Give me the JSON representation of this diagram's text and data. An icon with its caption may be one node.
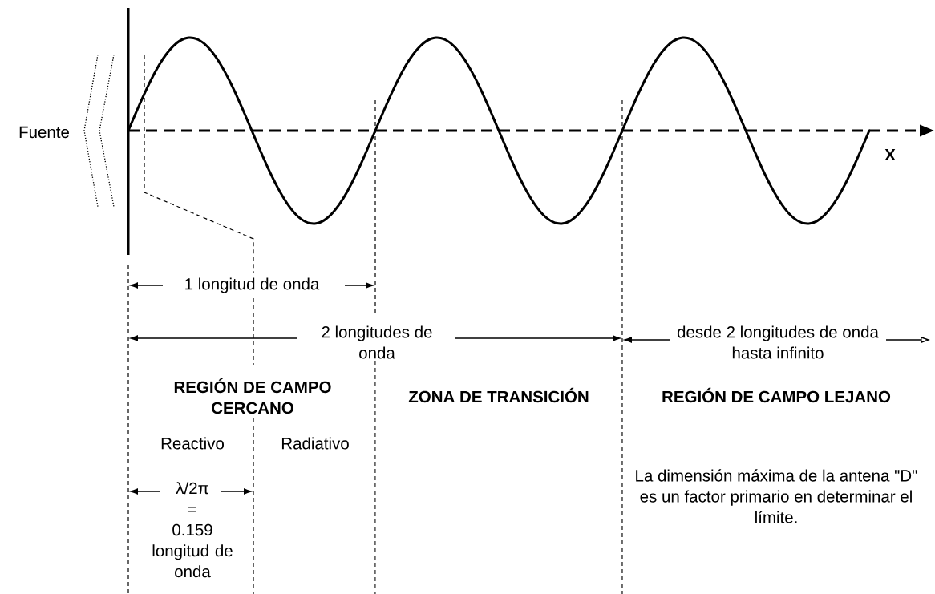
{
  "diagram": {
    "labels": [
      "Fuente",
      "X",
      "1 longitud de onda",
      "2 longitudes de onda",
      "desde 2 longitudes de onda hasta infinito",
      "REGIÓN DE CAMPO CERCANO",
      "ZONA DE TRANSICIÓN",
      "REGIÓN DE CAMPO LEJANO",
      "Reactivo",
      "Radiativo",
      "λ/2π = 0.159 longitud de onda",
      "La dimensión máxima de la antena \"D\" es un factor primario en determinar el límite."
    ]
  }
}
